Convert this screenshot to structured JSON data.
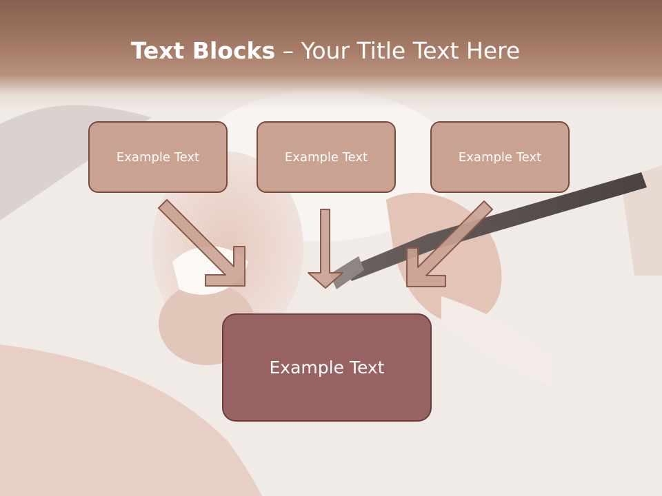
{
  "title": {
    "bold": "Text Blocks",
    "dash": " – ",
    "rest": "Your Title Text Here"
  },
  "boxes": [
    {
      "label": "Example Text"
    },
    {
      "label": "Example Text"
    },
    {
      "label": "Example Text"
    }
  ],
  "main_box": {
    "label": "Example Text"
  },
  "colors": {
    "title_band": "#a67c68",
    "box_fill": "#c9a292",
    "box_border": "#7a4a3d",
    "main_box_fill": "#996262",
    "arrow_fill": "#c9a292",
    "arrow_stroke": "#8a5a4c"
  }
}
